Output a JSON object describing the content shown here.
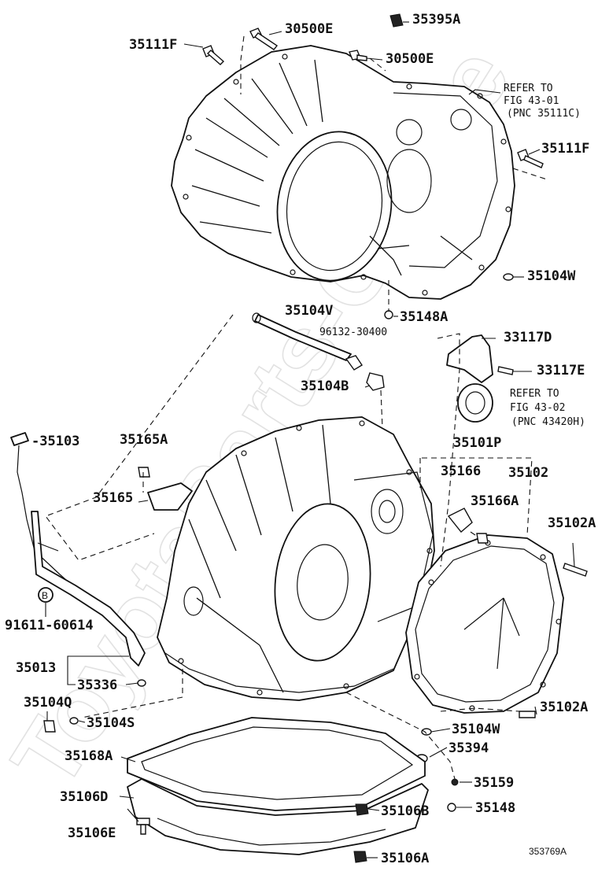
{
  "watermark": "ToyotaParts-Online",
  "diagram_id": "353769A",
  "circle_badge": "B",
  "labels": {
    "p35111F_top": "35111F",
    "p30500E_a": "30500E",
    "p35395A": "35395A",
    "p30500E_b": "30500E",
    "refer_43_01_line1": "REFER TO",
    "refer_43_01_line2": "FIG 43-01",
    "refer_43_01_line3": "(PNC 35111C)",
    "p35111F_right": "35111F",
    "p35104W_top": "35104W",
    "p35104V": "35104V",
    "p35148A": "35148A",
    "p96132": "96132-30400",
    "p33117D": "33117D",
    "p33117E": "33117E",
    "p35104B": "35104B",
    "refer_43_02_line1": "REFER TO",
    "refer_43_02_line2": "FIG 43-02",
    "refer_43_02_line3": "(PNC 43420H)",
    "p35103": "-35103",
    "p35165A": "35165A",
    "p35101P": "35101P",
    "p35166": "35166",
    "p35102": "35102",
    "p35165": "35165",
    "p35166A": "35166A",
    "p35102A_top": "35102A",
    "p91611": "91611-60614",
    "p35013": "35013",
    "p35336": "35336",
    "p35104Q": "35104Q",
    "p35104S": "35104S",
    "p35102A_bottom": "35102A",
    "p35104W_bottom": "35104W",
    "p35394": "35394",
    "p35168A": "35168A",
    "p35159": "35159",
    "p35106D": "35106D",
    "p35148": "35148",
    "p35106E": "35106E",
    "p35106B": "35106B",
    "p35106A": "35106A"
  }
}
